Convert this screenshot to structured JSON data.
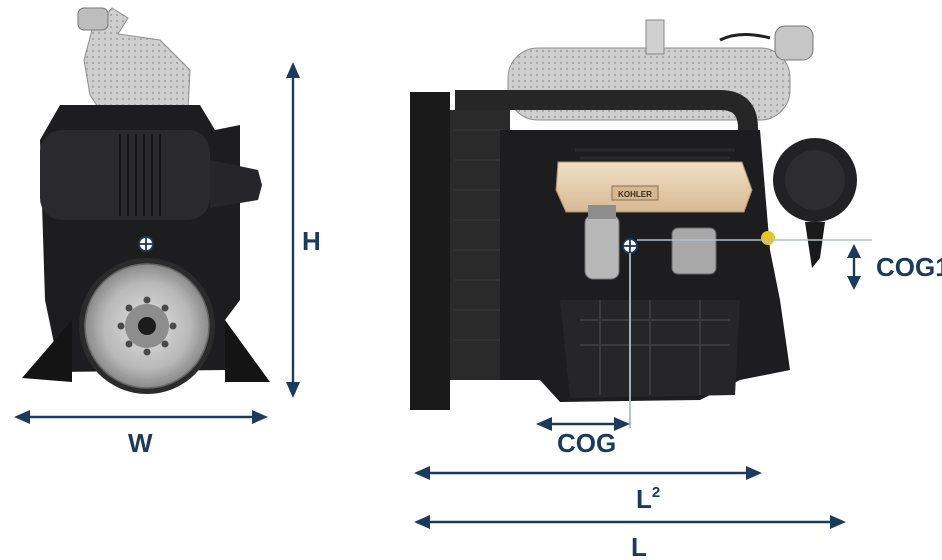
{
  "labels": {
    "height": "H",
    "width": "W",
    "cog1": "COG1",
    "cog": "COG",
    "length2_base": "L",
    "length2_sup": "2",
    "length": "L",
    "logo": "KOHLER"
  },
  "colors": {
    "dimension": "#1b3a5c",
    "engine_dark": "#1d1d1f",
    "engine_mid": "#2c2c2e",
    "flywheel": "#bdbdbd",
    "manifold": "#e8d2b4",
    "exhaust_mesh": "#c9c9c9"
  }
}
